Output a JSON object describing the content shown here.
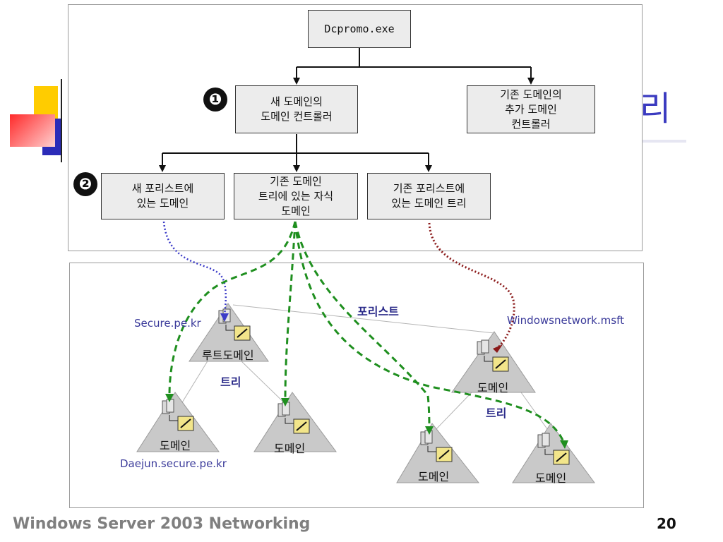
{
  "title_fragment": "리",
  "flowchart": {
    "root": "Dcpromo.exe",
    "new_dc": "새 도메인의\n도메인 컨트롤러",
    "additional_dc": "기존 도메인의\n추가 도메인\n컨트롤러",
    "badge1": "❶",
    "badge2": "❷",
    "new_forest": "새 포리스트에\n있는 도메인",
    "child_domain": "기존 도메인\n트리에 있는 자식\n도메인",
    "new_tree": "기존 포리스트에\n있는 도메인 트리"
  },
  "diagram": {
    "forest_label": "포리스트",
    "tree_label_left": "트리",
    "tree_label_right": "트리",
    "secure_label": "Secure.pe.kr",
    "windowsnetwork_label": "Windowsnetwork.msft",
    "daejun_label": "Daejun.secure.pe.kr",
    "root_domain": "루트도메인",
    "domain": "도메인"
  },
  "colors": {
    "blue_dotted": "#3b3bc8",
    "green_dashed": "#1f8f1f",
    "red_dotted": "#8b1a1a",
    "triangle": "#c9c9c9"
  },
  "footer": {
    "text": "Windows  Server 2003 Networking",
    "page": "20"
  }
}
